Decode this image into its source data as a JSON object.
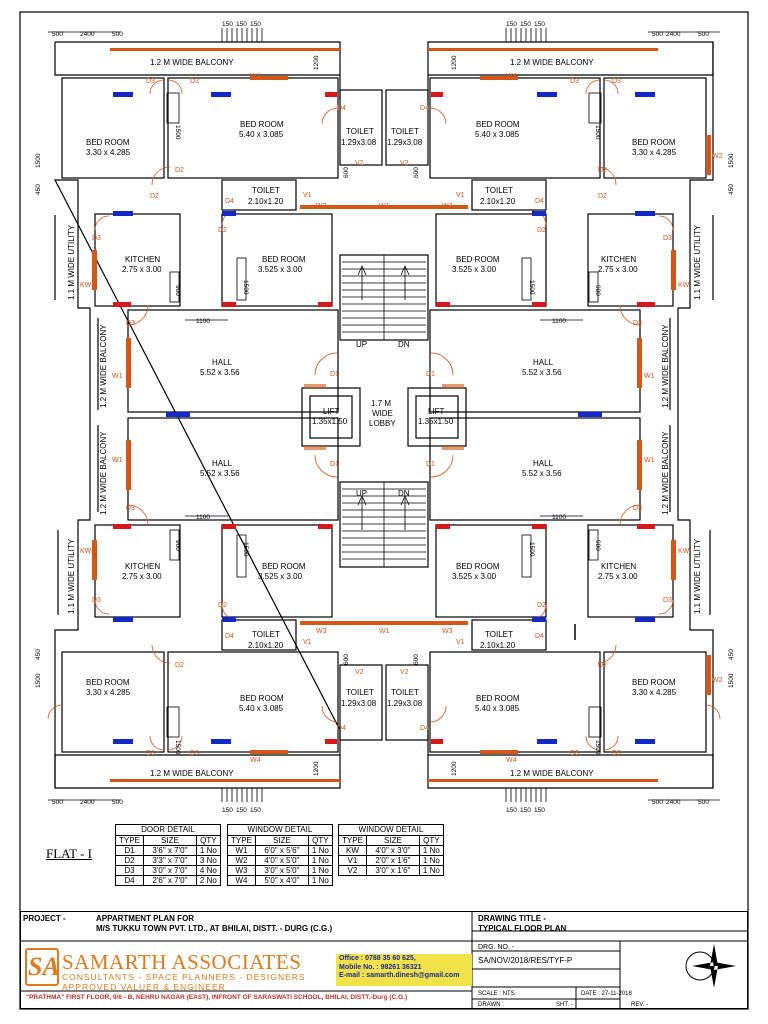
{
  "rooms": {
    "balcony_top": "1.2 M WIDE BALCONY",
    "balcony_bottom": "1.2 M WIDE BALCONY",
    "balcony_side": "1.2 M WIDE BALCONY",
    "utility_side": "1.1 M WIDE UTILITY",
    "bed_room": "BED ROOM",
    "bed_a_size": "5.40 x 3.085",
    "bed_b_size": "3.30 x 4.285",
    "bed_c_size": "3.525 x 3.00",
    "toilet": "TOILET",
    "toilet_a_size": "1.29x3.08",
    "toilet_b_size": "2.10x1.20",
    "kitchen": "KITCHEN",
    "kitchen_size": "2.75 x 3.00",
    "hall": "HALL",
    "hall_size": "5.52 x 3.56",
    "lift": "LIFT",
    "lift_size": "1.35x1.50",
    "lobby_1": "1.7 M",
    "lobby_2": "WIDE",
    "lobby_3": "LOBBY",
    "up": "UP",
    "dn": "DN"
  },
  "dims": {
    "d500": "500",
    "d2400": "2400",
    "d150": "150",
    "d1200": "1200",
    "d1500": "1500",
    "d450": "450",
    "d900": "900",
    "d1100": "1100",
    "d600": "600"
  },
  "tags": {
    "D1": "D1",
    "D2": "D2",
    "D3": "D3",
    "D4": "D4",
    "W1": "W1",
    "W2": "W2",
    "W3": "W3",
    "W4": "W4",
    "V1": "V1",
    "V2": "V2",
    "KW": "KW"
  },
  "flat_title": "FLAT - I",
  "door_detail": {
    "title": "DOOR DETAIL",
    "headers": [
      "TYPE",
      "SIZE",
      "QTY"
    ],
    "rows": [
      [
        "D1",
        "3'6\" x 7'0\"",
        "1 No"
      ],
      [
        "D2",
        "3'3\" x 7'0\"",
        "3 No"
      ],
      [
        "D3",
        "3'0\" x 7'0\"",
        "4 No"
      ],
      [
        "D4",
        "2'6\" x 7'0\"",
        "2 No"
      ]
    ]
  },
  "window_detail_1": {
    "title": "WINDOW DETAIL",
    "headers": [
      "TYPE",
      "SIZE",
      "QTY"
    ],
    "rows": [
      [
        "W1",
        "6'0\" x 5'6\"",
        "1 No"
      ],
      [
        "W2",
        "4'0\" x 5'0\"",
        "1 No"
      ],
      [
        "W3",
        "3'0\" x 5'0\"",
        "1 No"
      ],
      [
        "W4",
        "5'0\" x 4'0\"",
        "1 No"
      ]
    ]
  },
  "window_detail_2": {
    "title": "WINDOW DETAIL",
    "headers": [
      "TYPE",
      "SIZE",
      "QTY"
    ],
    "rows": [
      [
        "KW",
        "4'0\" x 3'0\"",
        "1 No"
      ],
      [
        "V1",
        "2'0\" x 1'6\"",
        "1 No"
      ],
      [
        "V2",
        "3'0\" x 1'6\"",
        "1 No"
      ]
    ]
  },
  "title_block": {
    "project_label": "PROJECT -",
    "project_line1": "APPARTMENT PLAN FOR",
    "project_line2": "M/S TUKKU TOWN PVT. LTD., AT BHILAI, DISTT. - DURG (C.G.)",
    "drawing_title_label": "DRAWING TITLE -",
    "drawing_title": "TYPICAL FLOOR PLAN",
    "drg_no_label": "DRG. NO. -",
    "drg_no": "SA/NOV/2018/RES/TYF-P",
    "scale": "SCALE : NTS",
    "date": "DATE : 27-11-2018",
    "drawn": "DRAWN :",
    "sht": "SHT. -",
    "rev": "REV. -"
  },
  "company": {
    "logo_initials": "SA",
    "name": "SAMARTH ASSOCIATES",
    "line1": "CONSULTANTS  -  SPACE PLANNERS  -  DESIGNERS",
    "line2": "APPROVED VALUER & ENGINEER",
    "office_label": "Office",
    "office_phone": ": 0788 35 60 625,",
    "mobile_label": "Mobile No.",
    "mobile_phone": ": 98261 36321",
    "email_label": "E-mail",
    "email": ": samarth.dinesh@gmail.com",
    "address": "\"PRATHMA\" FIRST FLOOR, 9/6 - B, NEHRU NAGAR (EAST), INFRONT OF SARASWATI  SCHOOL, BHILAI, DISTT.-Durg (C.G.)",
    "brand_color": "#e07a1f"
  },
  "colors": {
    "door_color": "#d4561a",
    "window_blue": "#1428c8",
    "window_red": "#d81818"
  }
}
